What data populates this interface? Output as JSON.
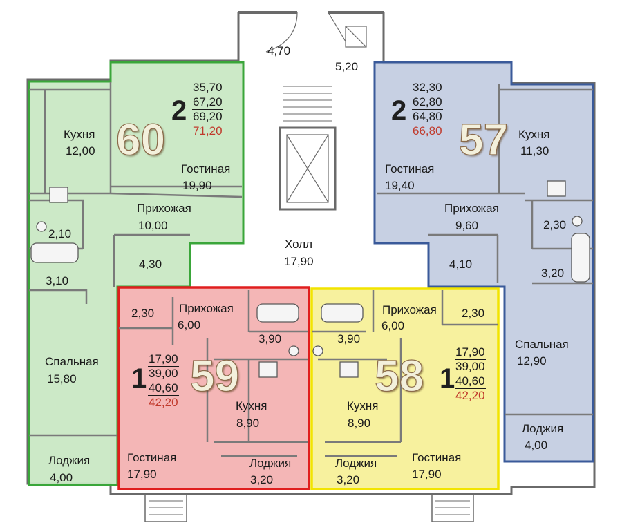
{
  "colors": {
    "apt60_fill": "#c9e8c4",
    "apt60_border": "#3aa63a",
    "apt57_fill": "#c4cde2",
    "apt57_border": "#3a5a9a",
    "apt59_fill": "#f4b6b6",
    "apt59_border": "#e01e1e",
    "apt58_fill": "#f7f19e",
    "apt58_border": "#f2e400",
    "wall": "#6a6a6a",
    "area_total": "#c0392b"
  },
  "common": {
    "room_a": "4,70",
    "room_b": "5,20",
    "hall_name": "Холл",
    "hall_area": "17,90"
  },
  "apartments": [
    {
      "id": "apt-60",
      "number": "60",
      "rooms": "2",
      "areas": [
        "35,70",
        "67,20",
        "69,20"
      ],
      "total": "71,20",
      "spaces": [
        {
          "name": "Кухня",
          "area": "12,00"
        },
        {
          "name": "Гостиная",
          "area": "19,90"
        },
        {
          "name": "Прихожая",
          "area": "10,00"
        },
        {
          "name": "",
          "area": "2,10"
        },
        {
          "name": "",
          "area": "3,10"
        },
        {
          "name": "",
          "area": "4,30"
        },
        {
          "name": "Спальная",
          "area": "15,80"
        },
        {
          "name": "Лоджия",
          "area": "4,00"
        }
      ]
    },
    {
      "id": "apt-57",
      "number": "57",
      "rooms": "2",
      "areas": [
        "32,30",
        "62,80",
        "64,80"
      ],
      "total": "66,80",
      "spaces": [
        {
          "name": "Кухня",
          "area": "11,30"
        },
        {
          "name": "Гостиная",
          "area": "19,40"
        },
        {
          "name": "Прихожая",
          "area": "9,60"
        },
        {
          "name": "",
          "area": "2,30"
        },
        {
          "name": "",
          "area": "3,20"
        },
        {
          "name": "",
          "area": "4,10"
        },
        {
          "name": "Спальная",
          "area": "12,90"
        },
        {
          "name": "Лоджия",
          "area": "4,00"
        }
      ]
    },
    {
      "id": "apt-59",
      "number": "59",
      "rooms": "1",
      "areas": [
        "17,90",
        "39,00",
        "40,60"
      ],
      "total": "42,20",
      "spaces": [
        {
          "name": "",
          "area": "2,30"
        },
        {
          "name": "Прихожая",
          "area": "6,00"
        },
        {
          "name": "",
          "area": "3,90"
        },
        {
          "name": "Кухня",
          "area": "8,90"
        },
        {
          "name": "Гостиная",
          "area": "17,90"
        },
        {
          "name": "Лоджия",
          "area": "3,20"
        }
      ]
    },
    {
      "id": "apt-58",
      "number": "58",
      "rooms": "1",
      "areas": [
        "17,90",
        "39,00",
        "40,60"
      ],
      "total": "42,20",
      "spaces": [
        {
          "name": "Прихожая",
          "area": "6,00"
        },
        {
          "name": "",
          "area": "2,30"
        },
        {
          "name": "",
          "area": "3,90"
        },
        {
          "name": "Кухня",
          "area": "8,90"
        },
        {
          "name": "Лоджия",
          "area": "3,20"
        },
        {
          "name": "Гостиная",
          "area": "17,90"
        }
      ]
    }
  ]
}
